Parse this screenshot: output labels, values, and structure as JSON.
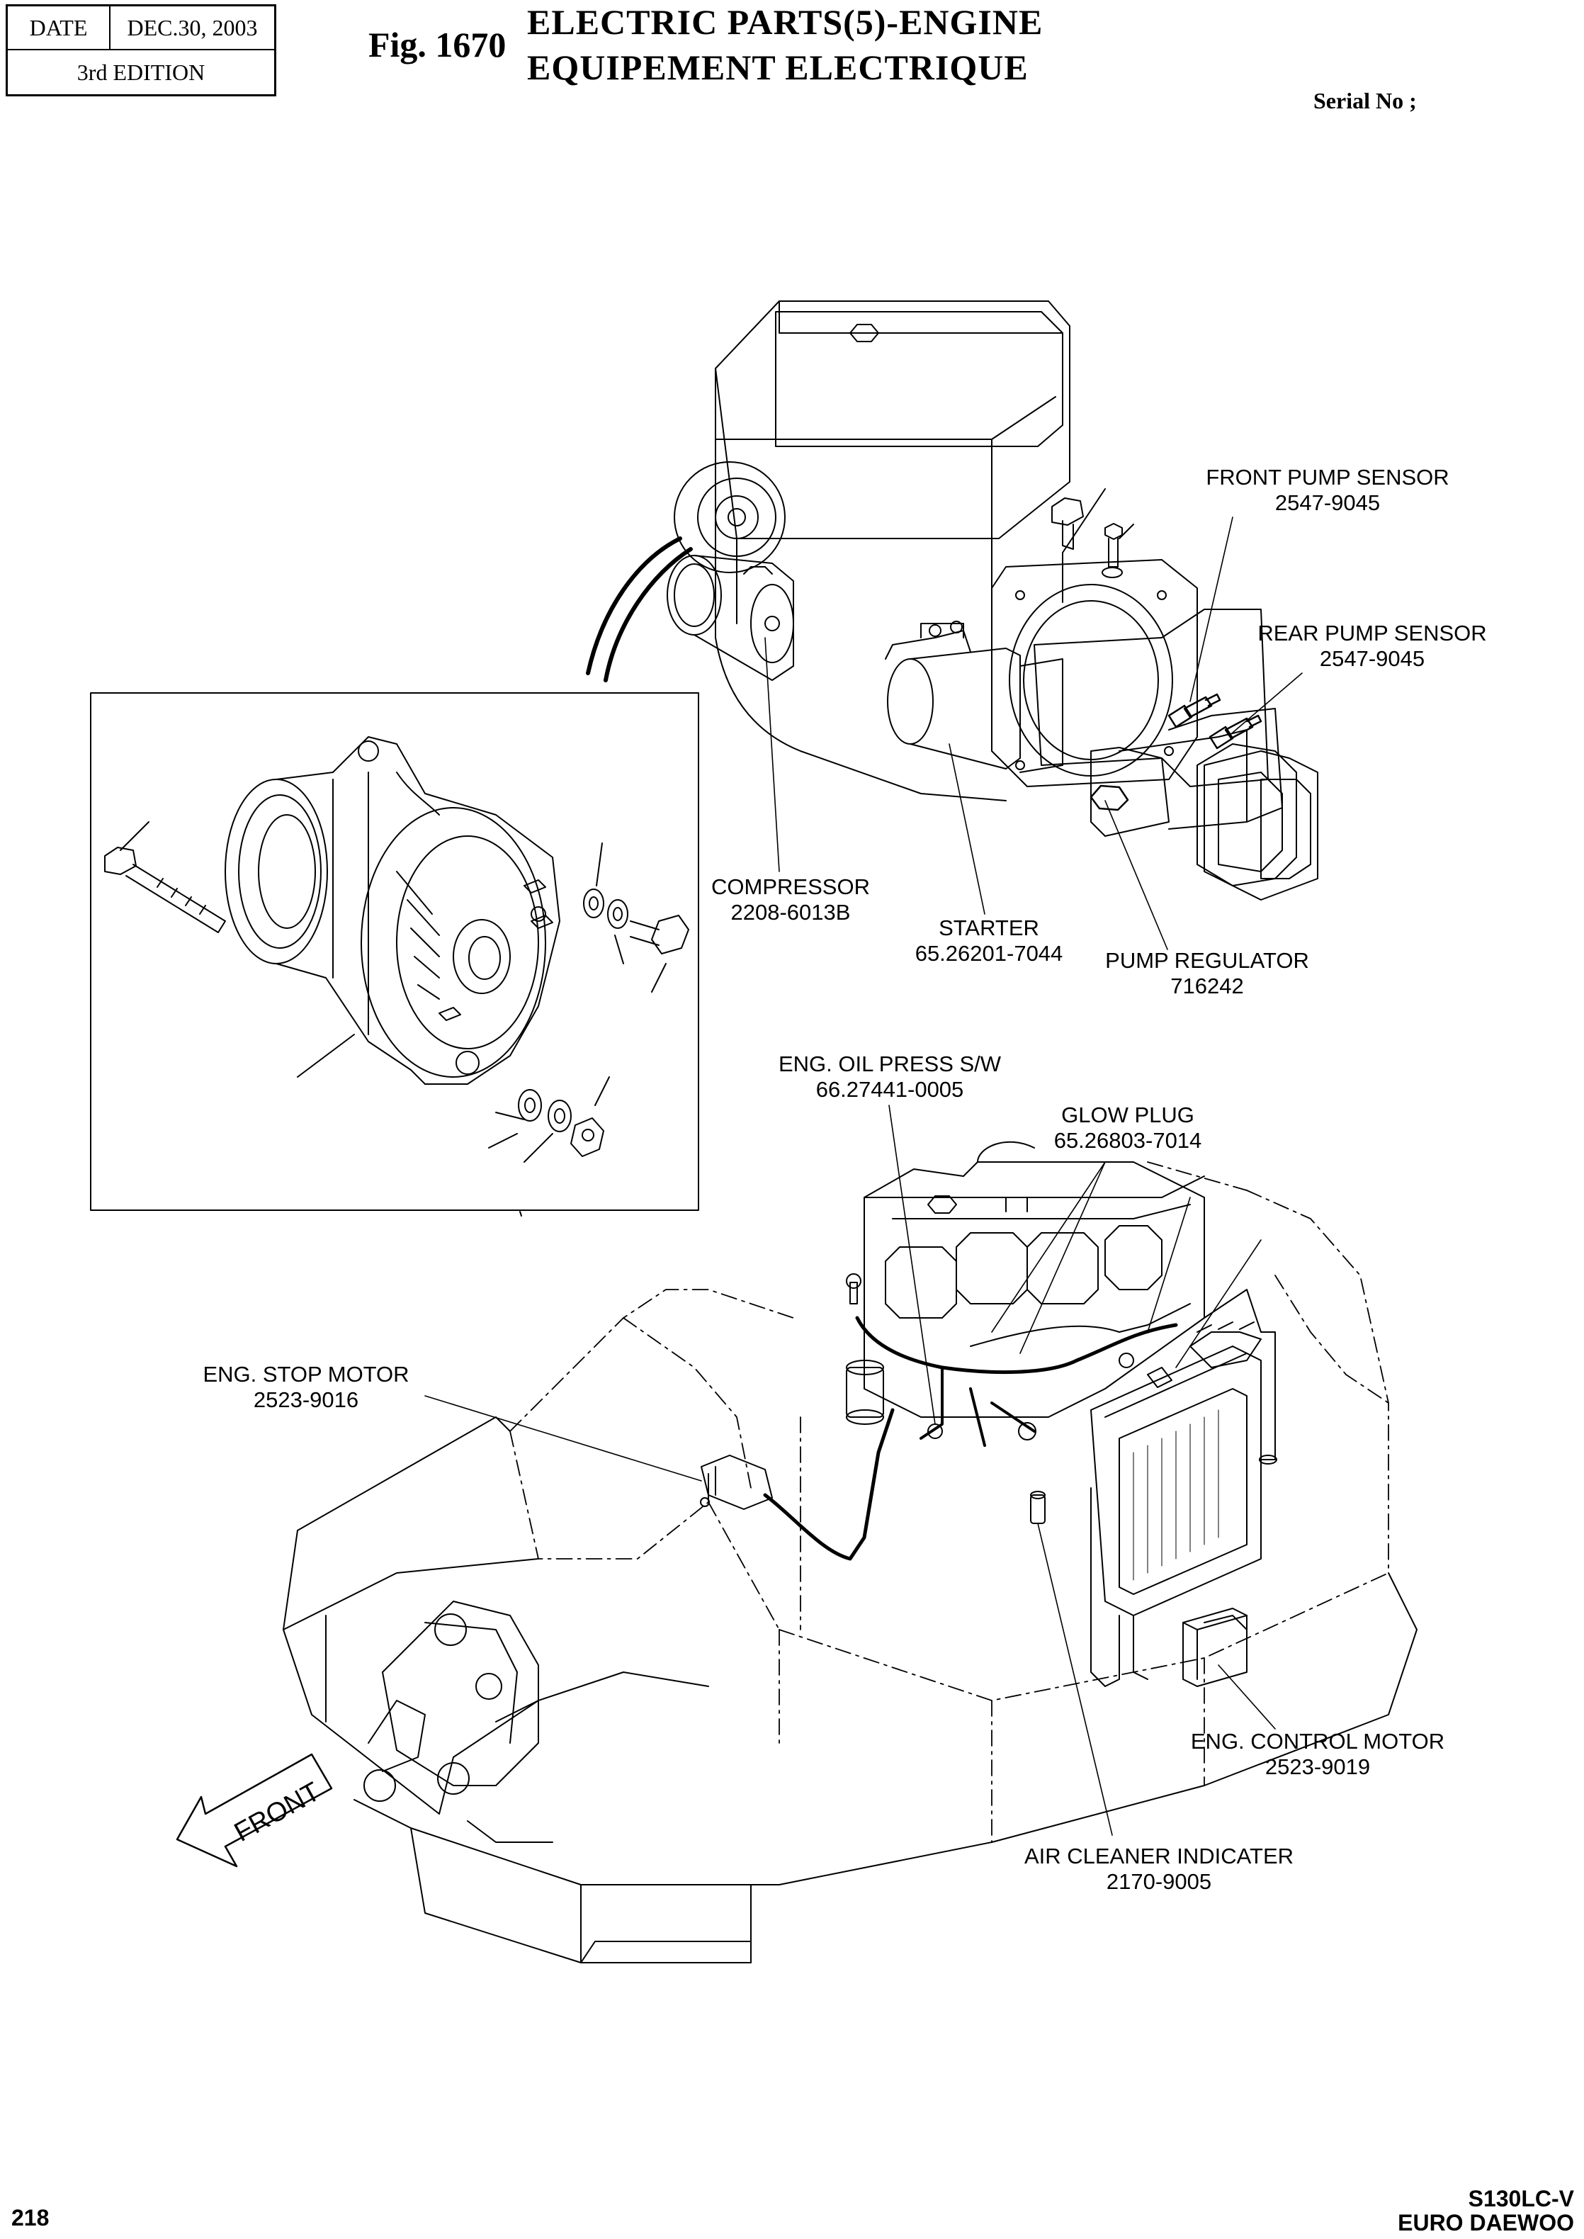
{
  "header": {
    "date_label": "DATE",
    "date_value": "DEC.30, 2003",
    "edition": "3rd  EDITION",
    "fig_label": "Fig. 1670",
    "title_en": "ELECTRIC PARTS(5)-ENGINE",
    "title_fr": "EQUIPEMENT ELECTRIQUE",
    "serial_label": "Serial No ;"
  },
  "callouts": {
    "front_pump_sensor": {
      "name": "FRONT PUMP SENSOR",
      "part": "2547-9045"
    },
    "rear_pump_sensor": {
      "name": "REAR PUMP SENSOR",
      "part": "2547-9045"
    },
    "compressor": {
      "name": "COMPRESSOR",
      "part": "2208-6013B"
    },
    "starter": {
      "name": "STARTER",
      "part": "65.26201-7044"
    },
    "pump_regulator": {
      "name": "PUMP REGULATOR",
      "part": "716242"
    },
    "eng_oil_press_sw": {
      "name": "ENG. OIL PRESS S/W",
      "part": "66.27441-0005"
    },
    "glow_plug": {
      "name": "GLOW PLUG",
      "part": "65.26803-7014"
    },
    "eng_stop_motor": {
      "name": "ENG. STOP MOTOR",
      "part": "2523-9016"
    },
    "eng_control_motor": {
      "name": "ENG. CONTROL MOTOR",
      "part": "2523-9019"
    },
    "air_cleaner_indicater": {
      "name": "AIR CLEANER INDICATER",
      "part": "2170-9005"
    }
  },
  "front_arrow_label": "FRONT",
  "footer": {
    "page_number": "218",
    "model": "S130LC-V",
    "brand": "EURO DAEWOO"
  }
}
